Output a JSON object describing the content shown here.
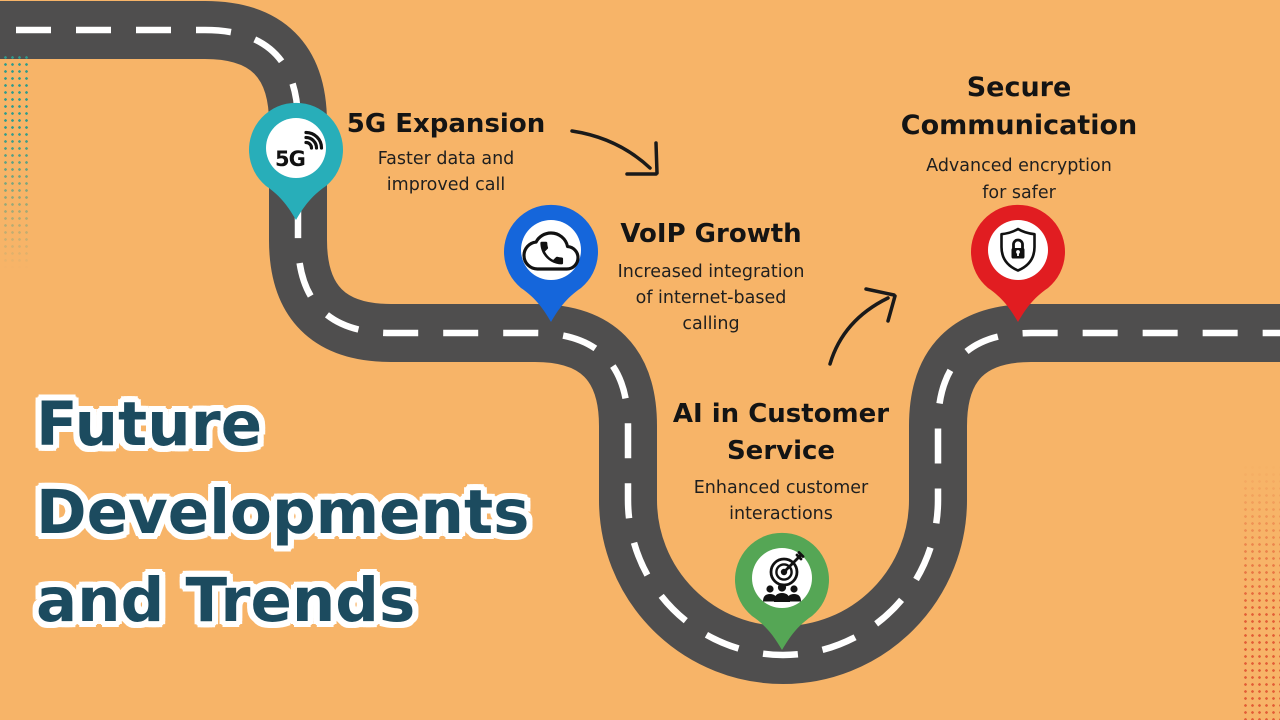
{
  "title": {
    "lines": [
      "Future",
      "Developments",
      "and Trends"
    ]
  },
  "milestones": [
    {
      "name": "5g-expansion",
      "title_lines": [
        "5G Expansion"
      ],
      "desc_lines": [
        "Faster data and",
        "improved call"
      ],
      "icon": "5g-signal-icon",
      "icon_label": "5G",
      "color_ref": "pin_teal"
    },
    {
      "name": "voip-growth",
      "title_lines": [
        "VoIP Growth"
      ],
      "desc_lines": [
        "Increased integration",
        "of internet-based",
        "calling"
      ],
      "icon": "cloud-call-icon",
      "color_ref": "pin_blue"
    },
    {
      "name": "ai-customer-service",
      "title_lines": [
        "AI in Customer",
        "Service"
      ],
      "desc_lines": [
        "Enhanced customer",
        "interactions"
      ],
      "icon": "target-team-icon",
      "color_ref": "pin_green"
    },
    {
      "name": "secure-communication",
      "title_lines": [
        "Secure",
        "Communication"
      ],
      "desc_lines": [
        "Advanced encryption",
        "for safer"
      ],
      "icon": "shield-lock-icon",
      "color_ref": "pin_red"
    }
  ],
  "colors": {
    "background": "#F7B468",
    "road": "#4F4E4E",
    "road_marking": "#FFFFFF",
    "title_text": "#1C4B5F",
    "title_outline": "#FFFFFF",
    "heading_text": "#141414",
    "body_text": "#1F1F1F",
    "arrow": "#1A1A1A",
    "icon_ink": "#111111",
    "pin_inner": "#FFFFFF",
    "pin_teal": "#28AEB9",
    "pin_blue": "#1566DB",
    "pin_green": "#55A655",
    "pin_red": "#E11D21",
    "dots_left": "#2E9B8C",
    "dots_right": "#E25C35"
  }
}
